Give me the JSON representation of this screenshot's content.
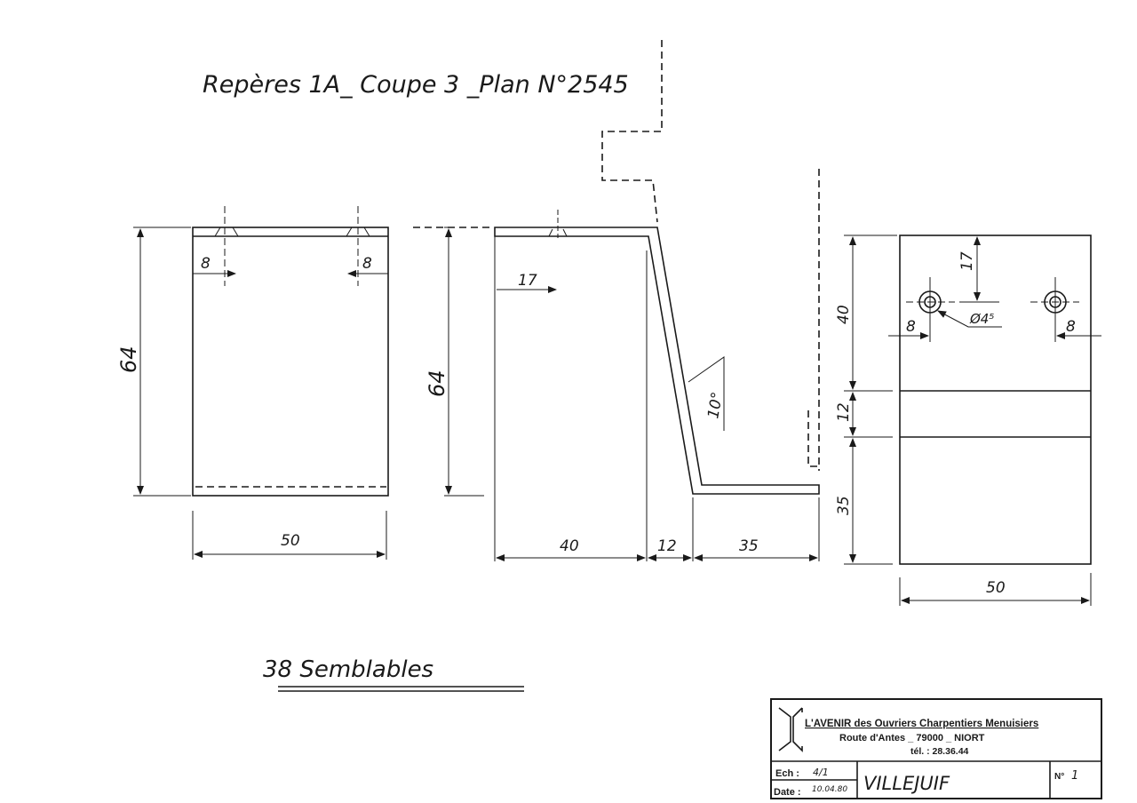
{
  "title": "Repères 1A_ Coupe 3 _Plan N°2545",
  "quantity_note": "38 Semblables",
  "left_view": {
    "height": "64",
    "width": "50",
    "hole_offset_left": "8",
    "hole_offset_right": "8"
  },
  "side_view": {
    "height": "64",
    "segment_1": "40",
    "segment_2": "12",
    "segment_3": "35",
    "hole_offset": "17",
    "angle": "10°"
  },
  "right_view": {
    "zone_1": "40",
    "zone_2": "12",
    "zone_3": "35",
    "width": "50",
    "hole_depth": "17",
    "hole_diameter": "Ø4⁵",
    "hole_offset_left": "8",
    "hole_offset_right": "8"
  },
  "title_block": {
    "company": "L'AVENIR des Ouvriers Charpentiers Menuisiers",
    "address": "Route d'Antes _ 79000 _ NIORT",
    "phone": "tél. : 28.36.44",
    "scale_label": "Ech :",
    "scale_value": "4/1",
    "date_label": "Date :",
    "date_value": "10.04.80",
    "project": "VILLEJUIF",
    "number_label": "N°",
    "number_value": "1"
  }
}
